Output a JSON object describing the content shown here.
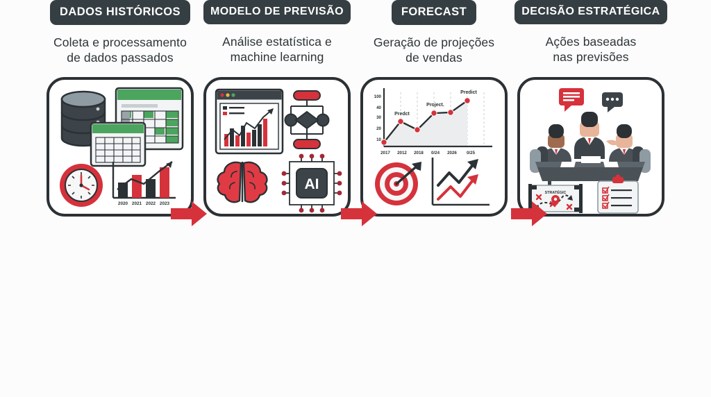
{
  "page": {
    "background_color": "#FCFCFC",
    "accent_red": "#D5323C",
    "dark": "#2B3134",
    "pill_bg": "#353E42",
    "green": "#4CA55E"
  },
  "stages": [
    {
      "id": "dados-historicos",
      "title": "DADOS HISTÓRICOS",
      "subtitle_line1": "Coleta e processamento",
      "subtitle_line2": "de dados passados",
      "icons": [
        "database-icon",
        "spreadsheet-icon",
        "clock-icon",
        "bar-chart-icon"
      ],
      "chart_years": [
        "2020",
        "2021",
        "2022",
        "2023"
      ]
    },
    {
      "id": "modelo-de-previsao",
      "title": "MODELO DE PREVISÃO",
      "subtitle_line1": "Análise estatística e",
      "subtitle_line2": "machine learning",
      "icons": [
        "browser-chart-icon",
        "flowchart-icon",
        "brain-icon",
        "ai-chip-icon"
      ],
      "chip_label": "AI"
    },
    {
      "id": "forecast",
      "title": "FORECAST",
      "subtitle_line1": "Geração de projeções",
      "subtitle_line2": "de vendas",
      "icons": [
        "line-chart-icon",
        "target-icon",
        "trend-arrows-icon"
      ]
    },
    {
      "id": "decisao-estrategica",
      "title": "DECISÃO ESTRATÉGICA",
      "subtitle_line1": "Ações baseadas",
      "subtitle_line2": "nas previsões",
      "icons": [
        "meeting-icon",
        "strategy-map-icon",
        "checklist-icon"
      ],
      "map_label": "STRATÉGIC"
    }
  ],
  "forecast_chart": {
    "type": "line",
    "title": "",
    "xlabel": "",
    "ylabel": "",
    "y_ticks": [
      "100",
      "40",
      "30",
      "20",
      "10"
    ],
    "x_ticks": [
      "2017",
      "2012",
      "2018",
      "0/24",
      "2026",
      "0/25"
    ],
    "values": [
      10,
      30,
      20,
      40,
      41,
      58
    ],
    "ylim": [
      0,
      65
    ],
    "grid": true,
    "legend": "none",
    "annotations": [
      {
        "label": "Predct",
        "index": 1
      },
      {
        "label": "Project.",
        "index": 3
      },
      {
        "label": "Predict",
        "index": 5
      }
    ]
  },
  "arrows": [
    {
      "name": "arrow-1"
    },
    {
      "name": "arrow-2"
    },
    {
      "name": "arrow-3"
    }
  ]
}
